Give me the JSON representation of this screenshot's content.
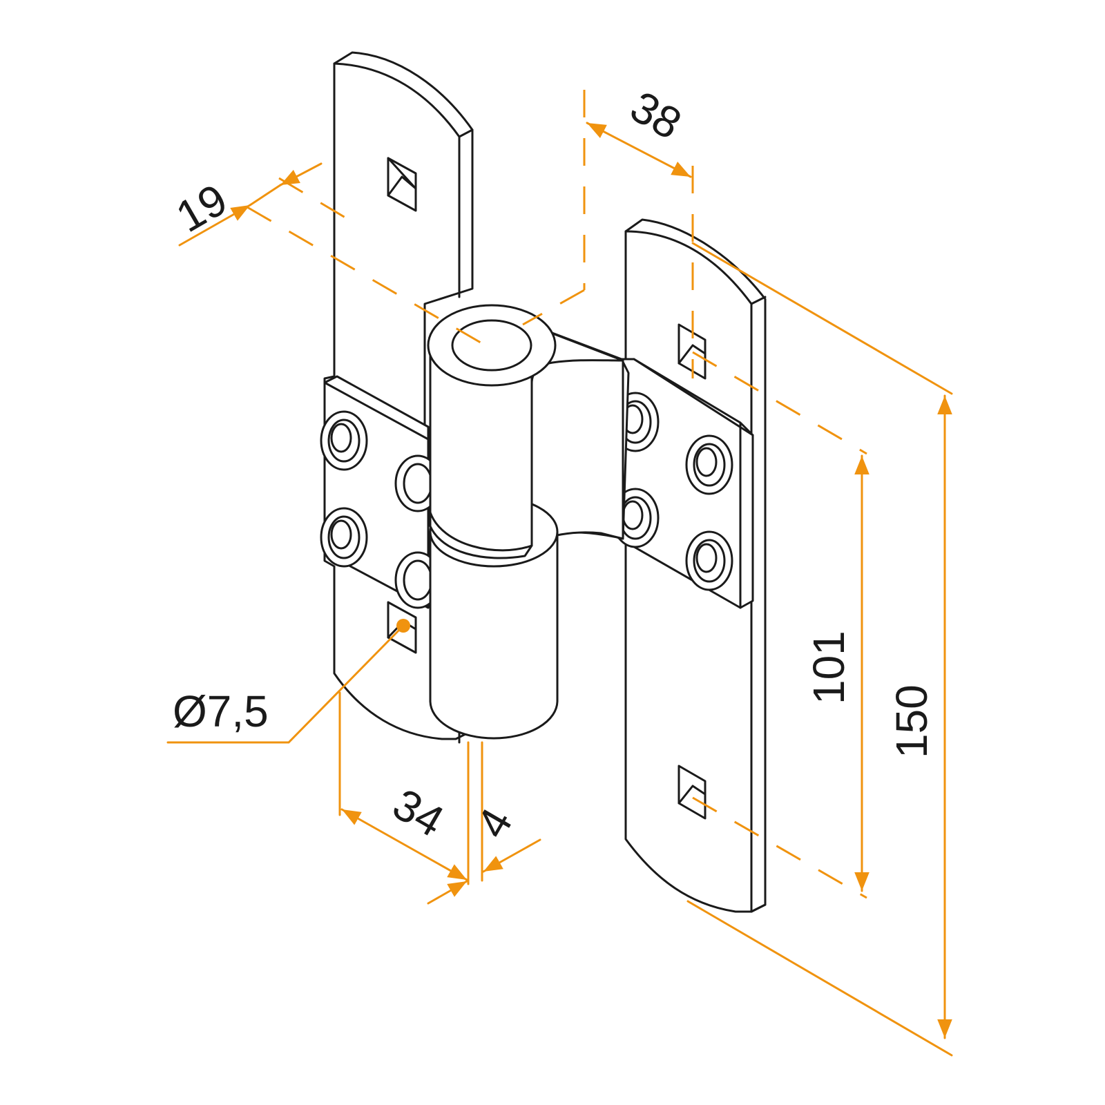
{
  "colors": {
    "dimension": "#f0930f",
    "outline": "#1a1a1a",
    "background": "#ffffff"
  },
  "dimensions": {
    "leaf_width": "19",
    "pin_to_leaf_edge": "38",
    "hole_diameter": "Ø7,5",
    "offset": "34",
    "thickness": "4",
    "hole_spacing": "101",
    "overall_height": "150"
  }
}
